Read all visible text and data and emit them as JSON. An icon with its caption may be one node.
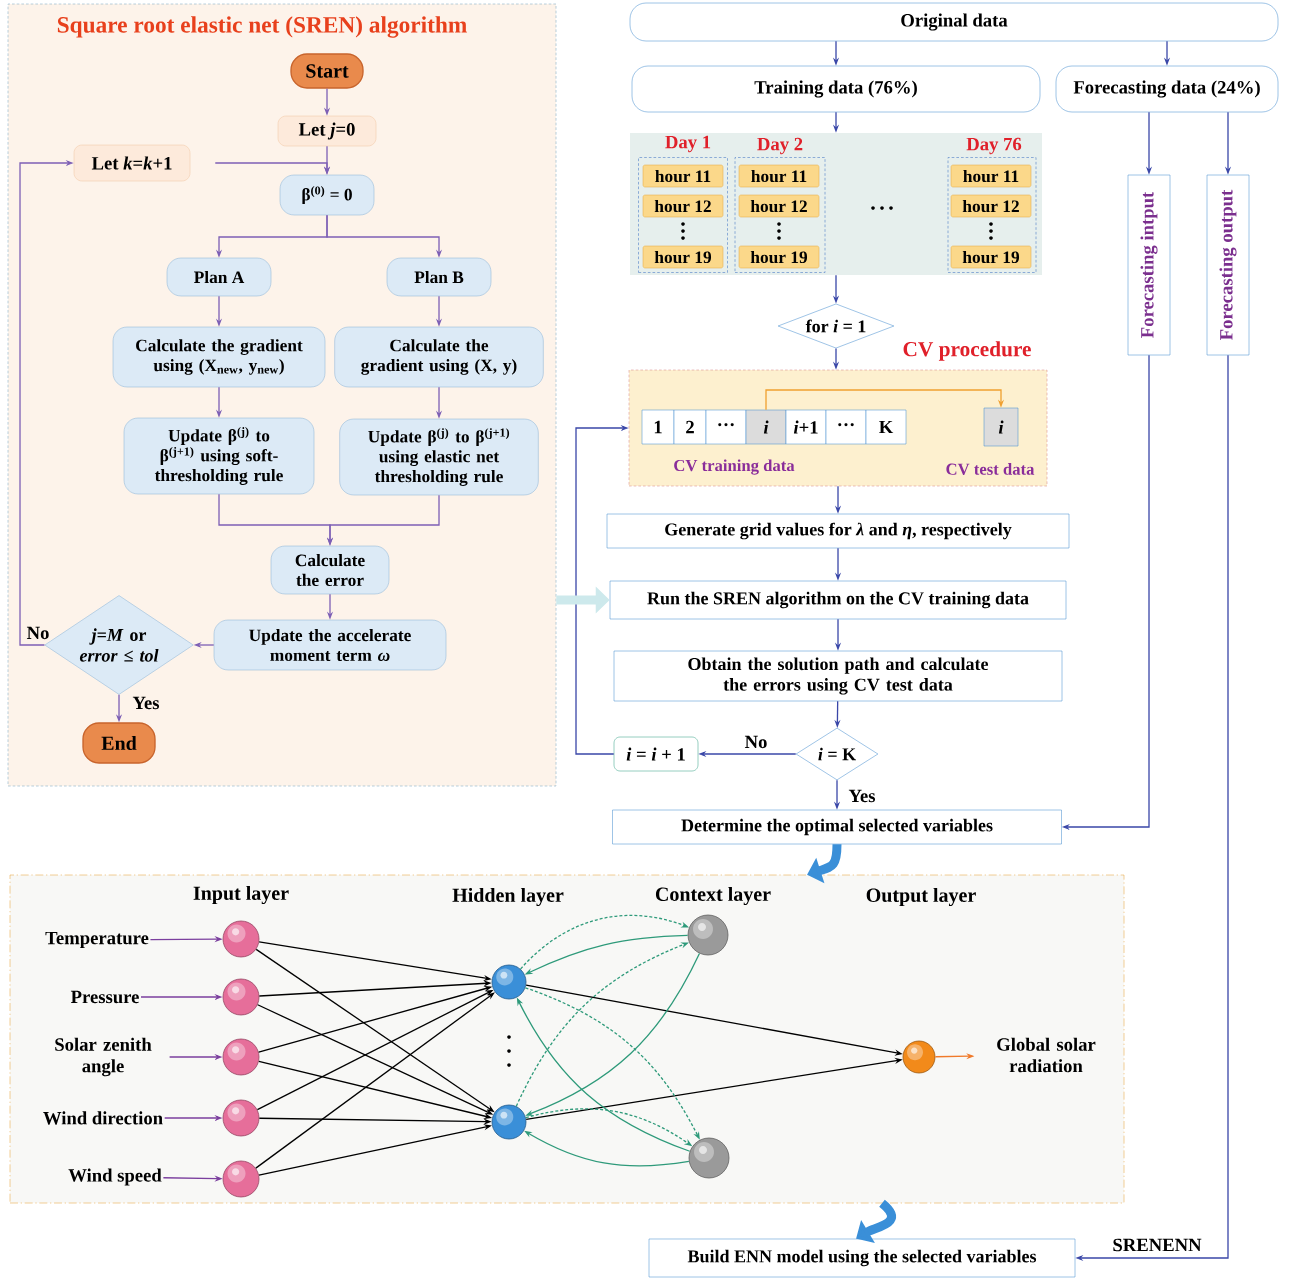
{
  "diagram": {
    "nodes": [
      {
        "text": [
          "Square root elastic net (SREN) algorithm"
        ]
      },
      {
        "text": [
          "Start"
        ],
        "in": 0
      },
      {
        "text": [
          "Let *j*=0"
        ],
        "in": 0
      },
      {
        "text": [
          "Let *k*=*k*+1"
        ],
        "in": 0
      },
      {
        "text": [
          "β$^{(0)}$ = 0"
        ],
        "in": 0
      },
      {
        "text": [
          "Plan A"
        ],
        "in": 0
      },
      {
        "text": [
          "Plan B"
        ],
        "in": 0
      },
      {
        "text": [
          "Calculate the gradient using (X$_{new}$, y$_{new}$)"
        ],
        "in": 0
      },
      {
        "text": [
          "Calculate the gradient using (X, y)"
        ],
        "in": 0
      },
      {
        "text": [
          "Update β$^{(j)}$ to β$^{(j+1)}$ using soft-thresholding rule"
        ],
        "in": 0
      },
      {
        "text": [
          "Update β$^{(j)}$ to β$^{(j+1)}$ using elastic net thresholding rule"
        ],
        "in": 0
      },
      {
        "text": [
          "Calculate the error"
        ],
        "in": 0
      },
      {
        "text": [
          "Update the accelerate moment term *ω*"
        ],
        "in": 0
      },
      {
        "text": [
          "*j*=*M* or *error* ≤ *tol*"
        ],
        "in": 0
      },
      {
        "text": [
          "End"
        ],
        "in": 0
      },
      {
        "text": [
          "Original data"
        ]
      },
      {
        "text": [
          "Training data (76%)"
        ]
      },
      {
        "text": [
          "Forecasting data (24%)"
        ]
      },
      {
        "text": [],
        "shape": "box"
      },
      {
        "text": [
          "Day 1"
        ],
        "in": 18
      },
      {
        "text": [
          "hour 11"
        ],
        "in": 19
      },
      {
        "text": [
          "hour 12"
        ],
        "in": 19
      },
      {
        "text": [
          "hour 19"
        ],
        "in": 19
      },
      {
        "text": [
          "Day 2"
        ],
        "in": 18
      },
      {
        "text": [
          "hour 11"
        ],
        "in": 23
      },
      {
        "text": [
          "hour 12"
        ],
        "in": 23
      },
      {
        "text": [
          "hour 19"
        ],
        "in": 23
      },
      {
        "text": [
          "Day 76"
        ],
        "in": 18
      },
      {
        "text": [
          "hour 11"
        ],
        "in": 27
      },
      {
        "text": [
          "hour 12"
        ],
        "in": 27
      },
      {
        "text": [
          "hour 19"
        ],
        "in": 27
      },
      {
        "text": [
          "for *i* = 1"
        ]
      },
      {
        "text": [
          "CV procedure",
          "CV training data",
          "CV test data"
        ]
      },
      {
        "text": [
          "1"
        ],
        "in": 32
      },
      {
        "text": [
          "2"
        ],
        "in": 32
      },
      {
        "text": [
          "···"
        ],
        "in": 32
      },
      {
        "text": [
          "*i*"
        ],
        "in": 32
      },
      {
        "text": [
          "*i*+1"
        ],
        "in": 32
      },
      {
        "text": [
          "···"
        ],
        "in": 32
      },
      {
        "text": [
          "K"
        ],
        "in": 32
      },
      {
        "text": [
          "*i*"
        ],
        "in": 32
      },
      {
        "text": [
          "Generate grid values for *λ* and *η*, respectively"
        ]
      },
      {
        "text": [
          "Run the SREN algorithm on the CV training data"
        ]
      },
      {
        "text": [
          "Obtain the solution path and calculate the errors using CV test data"
        ]
      },
      {
        "text": [
          "*i* = K"
        ]
      },
      {
        "text": [
          "*i* = *i* + 1"
        ]
      },
      {
        "text": [
          "Determine the optimal selected variables"
        ]
      },
      {
        "text": [
          "Forecasting intput"
        ]
      },
      {
        "text": [
          "Forecasting output"
        ]
      },
      {
        "text": [
          "Input layer",
          "Hidden layer",
          "Context layer",
          "Output layer"
        ]
      },
      {
        "text": [
          "Temperature"
        ],
        "in": 49
      },
      {
        "text": [
          "Pressure"
        ],
        "in": 49
      },
      {
        "text": [
          "Solar zenith angle"
        ],
        "in": 49
      },
      {
        "text": [
          "Wind direction"
        ],
        "in": 49
      },
      {
        "text": [
          "Wind speed"
        ],
        "in": 49
      },
      {
        "text": [],
        "shape": "circle",
        "in": 49
      },
      {
        "text": [],
        "shape": "circle",
        "in": 49
      },
      {
        "text": [],
        "shape": "circle",
        "in": 49
      },
      {
        "text": [],
        "shape": "circle",
        "in": 49
      },
      {
        "text": [],
        "shape": "circle",
        "in": 49
      },
      {
        "text": [],
        "shape": "circle",
        "in": 49
      },
      {
        "text": [],
        "shape": "circle",
        "in": 49
      },
      {
        "text": [],
        "shape": "circle",
        "in": 49
      },
      {
        "text": [],
        "shape": "circle",
        "in": 49
      },
      {
        "text": [],
        "shape": "circle",
        "in": 49
      },
      {
        "text": [
          "Global solar radiation"
        ],
        "in": 49
      },
      {
        "text": [
          "Build ENN model using the selected variables"
        ]
      }
    ],
    "edges": [
      {
        "from": 1,
        "to": 2,
        "arrow": "to",
        "color": "#7d5fb5"
      },
      {
        "from": 2,
        "to": 4,
        "arrow": "to",
        "color": "#7d5fb5"
      },
      {
        "from": 3,
        "to": 4,
        "arrow": "to",
        "color": "#7d5fb5"
      },
      {
        "from": 4,
        "to": 5,
        "arrow": "to",
        "color": "#7d5fb5"
      },
      {
        "from": 4,
        "to": 6,
        "arrow": "to",
        "color": "#7d5fb5"
      },
      {
        "from": 5,
        "to": 7,
        "arrow": "to",
        "color": "#7d5fb5"
      },
      {
        "from": 6,
        "to": 8,
        "arrow": "to",
        "color": "#7d5fb5"
      },
      {
        "from": 7,
        "to": 9,
        "arrow": "to",
        "color": "#7d5fb5"
      },
      {
        "from": 8,
        "to": 10,
        "arrow": "to",
        "color": "#7d5fb5"
      },
      {
        "from": 9,
        "to": 11,
        "arrow": "to",
        "color": "#7d5fb5"
      },
      {
        "from": 10,
        "to": 11,
        "arrow": "to",
        "color": "#7d5fb5"
      },
      {
        "from": 11,
        "to": 12,
        "arrow": "to",
        "color": "#7d5fb5"
      },
      {
        "from": 12,
        "to": 13,
        "arrow": "to",
        "color": "#7d5fb5"
      },
      {
        "from": 13,
        "to": 14,
        "arrow": "to",
        "color": "#7d5fb5",
        "label": "Yes"
      },
      {
        "from": 13,
        "to": 3,
        "arrow": "to",
        "color": "#7d5fb5",
        "label": "No"
      },
      {
        "from": 15,
        "to": 16,
        "arrow": "to"
      },
      {
        "from": 15,
        "to": 17,
        "arrow": "to"
      },
      {
        "from": 16,
        "to": 18,
        "arrow": "to"
      },
      {
        "from": 17,
        "to": 47,
        "arrow": "to"
      },
      {
        "from": 17,
        "to": 48,
        "arrow": "to"
      },
      {
        "from": 18,
        "to": 31,
        "arrow": "to"
      },
      {
        "from": 31,
        "to": 32,
        "arrow": "to"
      },
      {
        "from": 36,
        "to": 40,
        "arrow": "to",
        "color": "#f0a030"
      },
      {
        "from": 32,
        "to": 41,
        "arrow": "to"
      },
      {
        "from": 41,
        "to": 42,
        "arrow": "to"
      },
      {
        "from": 42,
        "to": 43,
        "arrow": "to"
      },
      {
        "from": 43,
        "to": 44,
        "arrow": "to"
      },
      {
        "from": 44,
        "to": 45,
        "arrow": "to",
        "label": "No"
      },
      {
        "from": 45,
        "to": 32,
        "arrow": "to"
      },
      {
        "from": 44,
        "to": 46,
        "arrow": "to",
        "label": "Yes"
      },
      {
        "from": 47,
        "to": 46,
        "arrow": "to"
      },
      {
        "from": 48,
        "to": 66,
        "arrow": "to",
        "label": "SRENENN"
      },
      {
        "from": 46,
        "to": 49,
        "arrow": "to",
        "style": "thick",
        "color": "#3a8fd8"
      },
      {
        "from": 49,
        "to": 66,
        "arrow": "to",
        "style": "thick",
        "color": "#3a8fd8"
      },
      {
        "from": 0,
        "to": 42,
        "arrow": "to",
        "style": "thick",
        "color": "#cde9ec"
      },
      {
        "from": 50,
        "to": 55,
        "arrow": "to",
        "color": "#7b3f9e"
      },
      {
        "from": 51,
        "to": 56,
        "arrow": "to",
        "color": "#7b3f9e"
      },
      {
        "from": 52,
        "to": 57,
        "arrow": "to",
        "color": "#7b3f9e"
      },
      {
        "from": 53,
        "to": 58,
        "arrow": "to",
        "color": "#7b3f9e"
      },
      {
        "from": 54,
        "to": 59,
        "arrow": "to",
        "color": "#7b3f9e"
      },
      {
        "from": 55,
        "to": 60,
        "arrow": "to",
        "color": "#000000"
      },
      {
        "from": 55,
        "to": 61,
        "arrow": "to",
        "color": "#000000"
      },
      {
        "from": 56,
        "to": 60,
        "arrow": "to",
        "color": "#000000"
      },
      {
        "from": 56,
        "to": 61,
        "arrow": "to",
        "color": "#000000"
      },
      {
        "from": 57,
        "to": 60,
        "arrow": "to",
        "color": "#000000"
      },
      {
        "from": 57,
        "to": 61,
        "arrow": "to",
        "color": "#000000"
      },
      {
        "from": 58,
        "to": 60,
        "arrow": "to",
        "color": "#000000"
      },
      {
        "from": 58,
        "to": 61,
        "arrow": "to",
        "color": "#000000"
      },
      {
        "from": 59,
        "to": 60,
        "arrow": "to",
        "color": "#000000"
      },
      {
        "from": 59,
        "to": 61,
        "arrow": "to",
        "color": "#000000"
      },
      {
        "from": 60,
        "to": 64,
        "arrow": "to",
        "color": "#000000"
      },
      {
        "from": 61,
        "to": 64,
        "arrow": "to",
        "color": "#000000"
      },
      {
        "from": 64,
        "to": 65,
        "arrow": "to",
        "color": "#f07a2a"
      },
      {
        "from": 62,
        "to": 60,
        "arrow": "to",
        "color": "#2e9a7a"
      },
      {
        "from": 60,
        "to": 62,
        "arrow": "to",
        "color": "#2e9a7a",
        "style": "dashed"
      },
      {
        "from": 63,
        "to": 61,
        "arrow": "to",
        "color": "#2e9a7a"
      },
      {
        "from": 61,
        "to": 63,
        "arrow": "to",
        "color": "#2e9a7a",
        "style": "dashed"
      },
      {
        "from": 62,
        "to": 61,
        "arrow": "to",
        "color": "#2e9a7a"
      },
      {
        "from": 61,
        "to": 62,
        "arrow": "to",
        "color": "#2e9a7a",
        "style": "dashed"
      },
      {
        "from": 63,
        "to": 60,
        "arrow": "to",
        "color": "#2e9a7a"
      },
      {
        "from": 60,
        "to": 63,
        "arrow": "to",
        "color": "#2e9a7a",
        "style": "dashed"
      }
    ]
  }
}
